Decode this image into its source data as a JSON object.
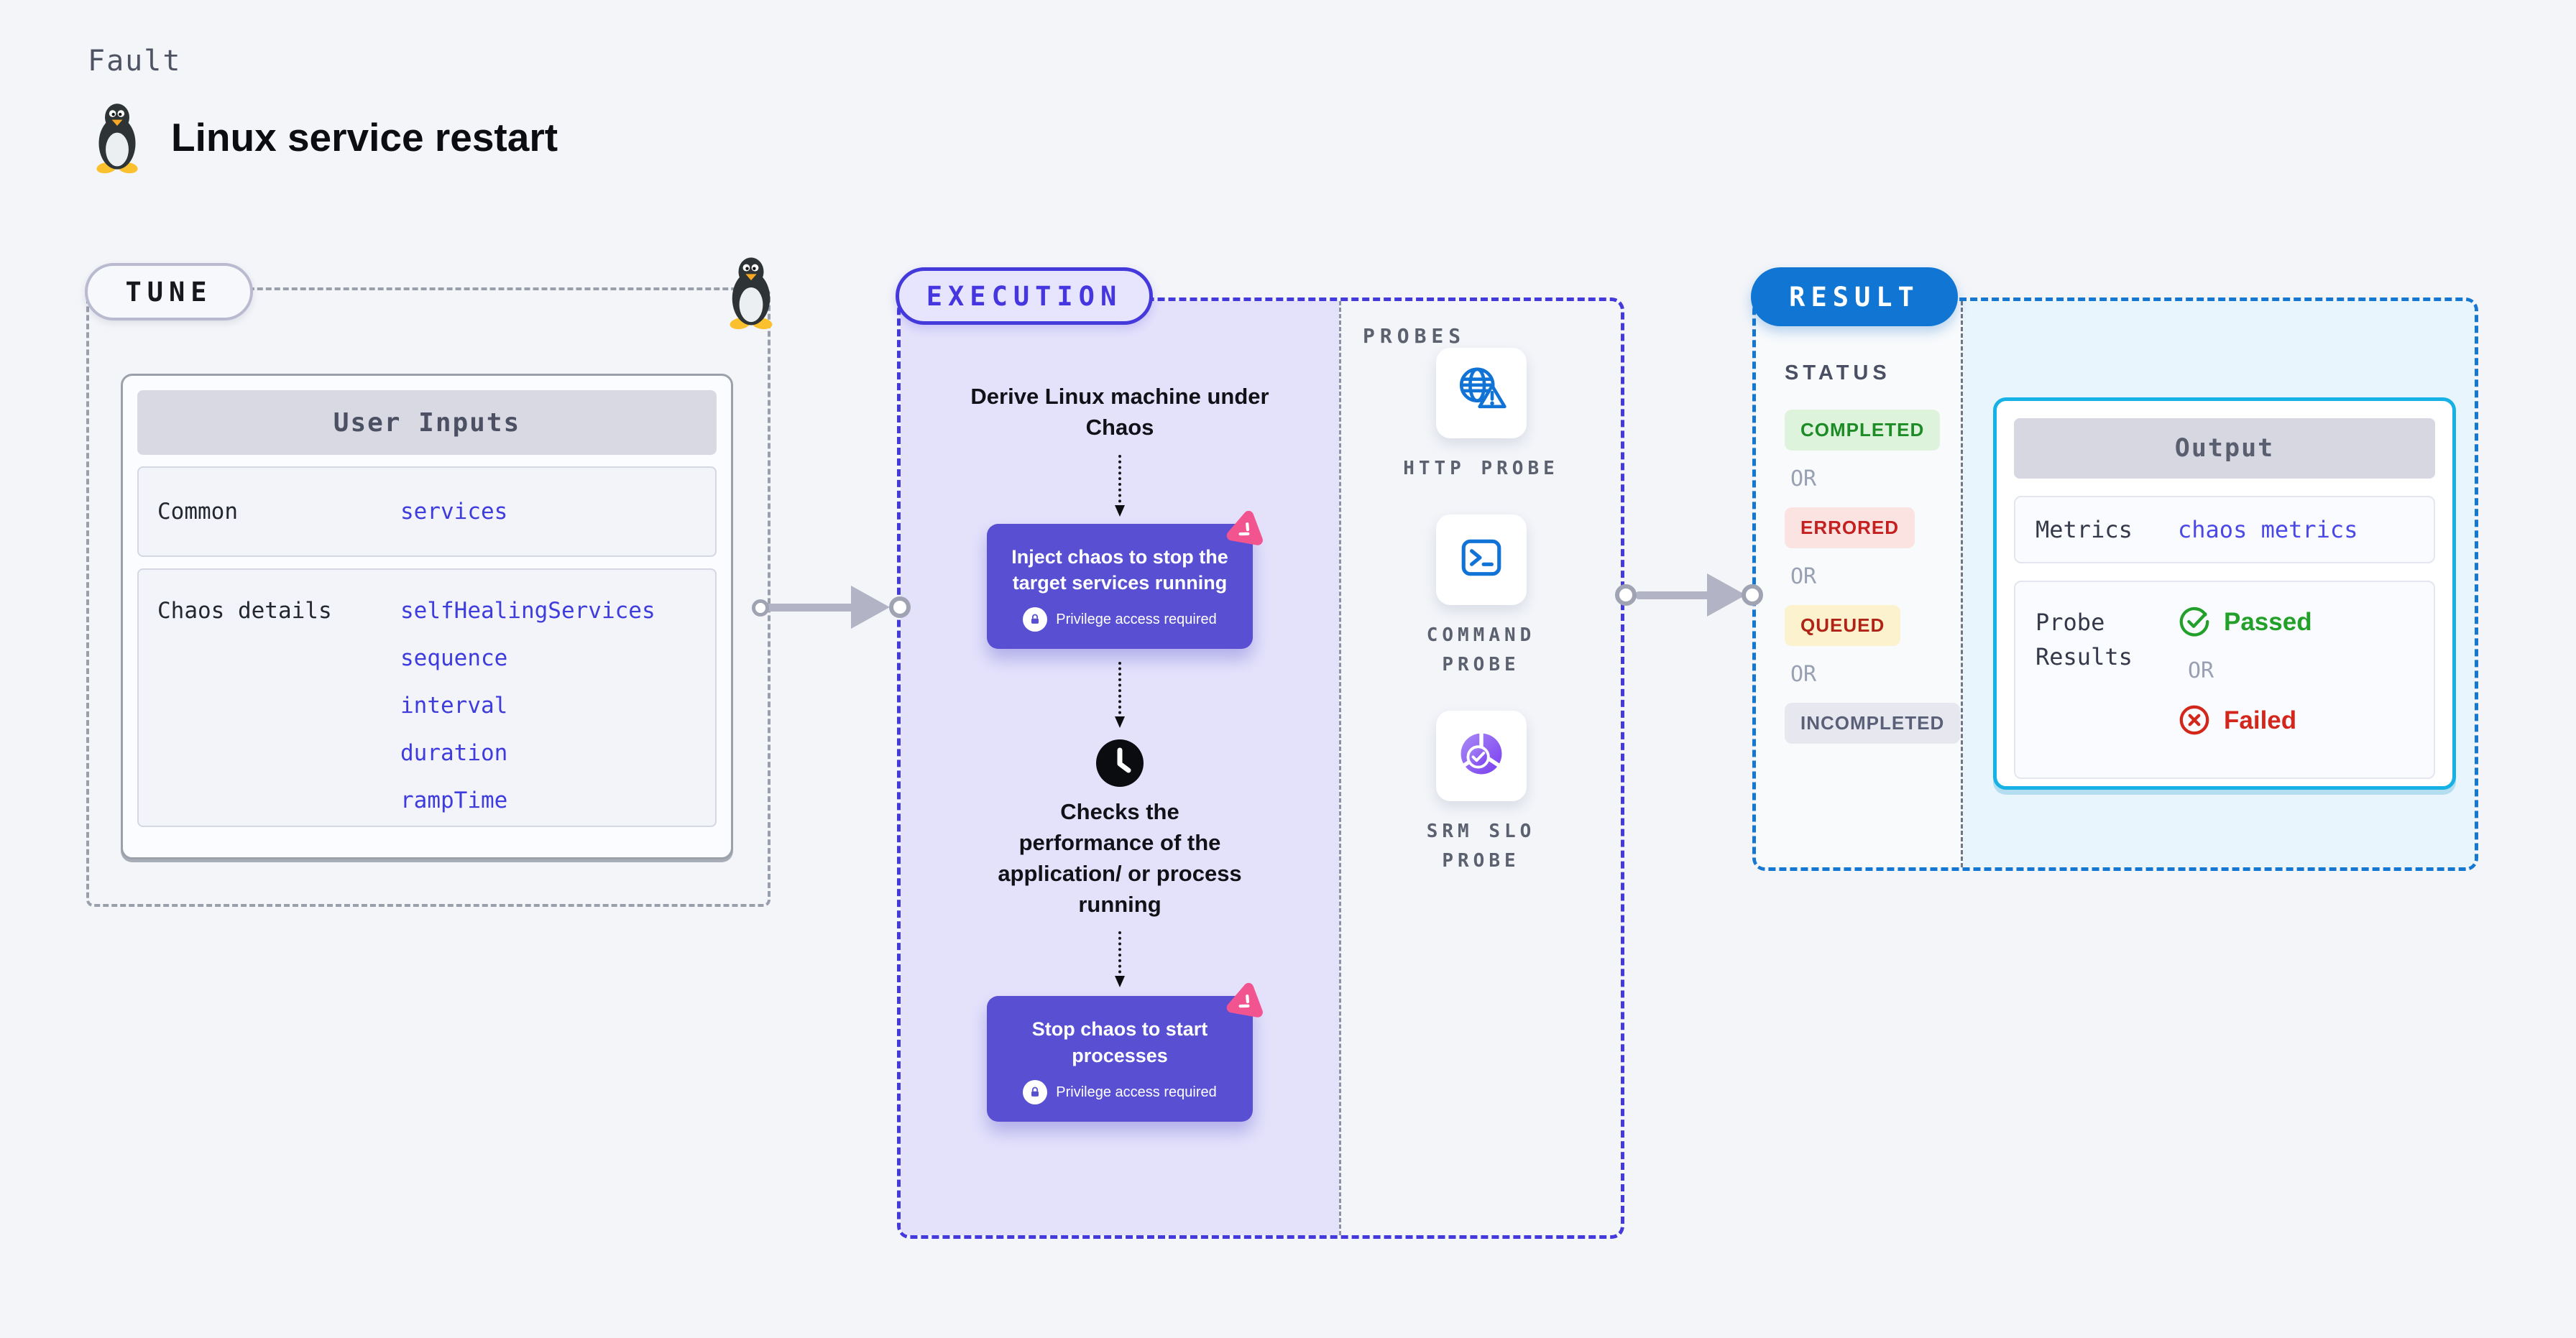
{
  "page": {
    "kicker": "Fault",
    "title": "Linux service restart"
  },
  "tune": {
    "label": "TUNE",
    "user_inputs": {
      "header": "User Inputs",
      "rows": [
        {
          "label": "Common",
          "values": [
            "services"
          ]
        },
        {
          "label": "Chaos details",
          "values": [
            "selfHealingServices",
            "sequence",
            "interval",
            "duration",
            "rampTime"
          ]
        }
      ]
    }
  },
  "execution": {
    "label": "EXECUTION",
    "step1": "Derive Linux machine under Chaos",
    "card1": {
      "title": "Inject chaos to stop the target services running",
      "badge": "Privilege access required"
    },
    "step2": "Checks the performance of the application/ or process running",
    "card2": {
      "title": "Stop chaos to start processes",
      "badge": "Privilege access required"
    }
  },
  "probes": {
    "label": "PROBES",
    "items": [
      {
        "name": "HTTP PROBE"
      },
      {
        "name": "COMMAND PROBE"
      },
      {
        "name": "SRM SLO PROBE"
      }
    ]
  },
  "result": {
    "label": "RESULT",
    "status_heading": "STATUS",
    "or": "OR",
    "statuses": [
      {
        "label": "COMPLETED"
      },
      {
        "label": "ERRORED"
      },
      {
        "label": "QUEUED"
      },
      {
        "label": "INCOMPLETED"
      }
    ],
    "output": {
      "header": "Output",
      "metrics_label": "Metrics",
      "metrics_value": "chaos metrics",
      "probe_results_label": "Probe Results",
      "passed": "Passed",
      "failed": "Failed"
    }
  },
  "colors": {
    "accent_indigo": "#4439da",
    "card_indigo": "#584fd3",
    "accent_pink": "#f2548f",
    "result_blue": "#1176d3",
    "output_cyan": "#16b2e6",
    "code_blue": "#3f3cdd",
    "success_green": "#1d8c27",
    "error_red": "#c42020",
    "queued_bg": "#fcf2cd",
    "probe_icon_blue": "#1273d6"
  }
}
